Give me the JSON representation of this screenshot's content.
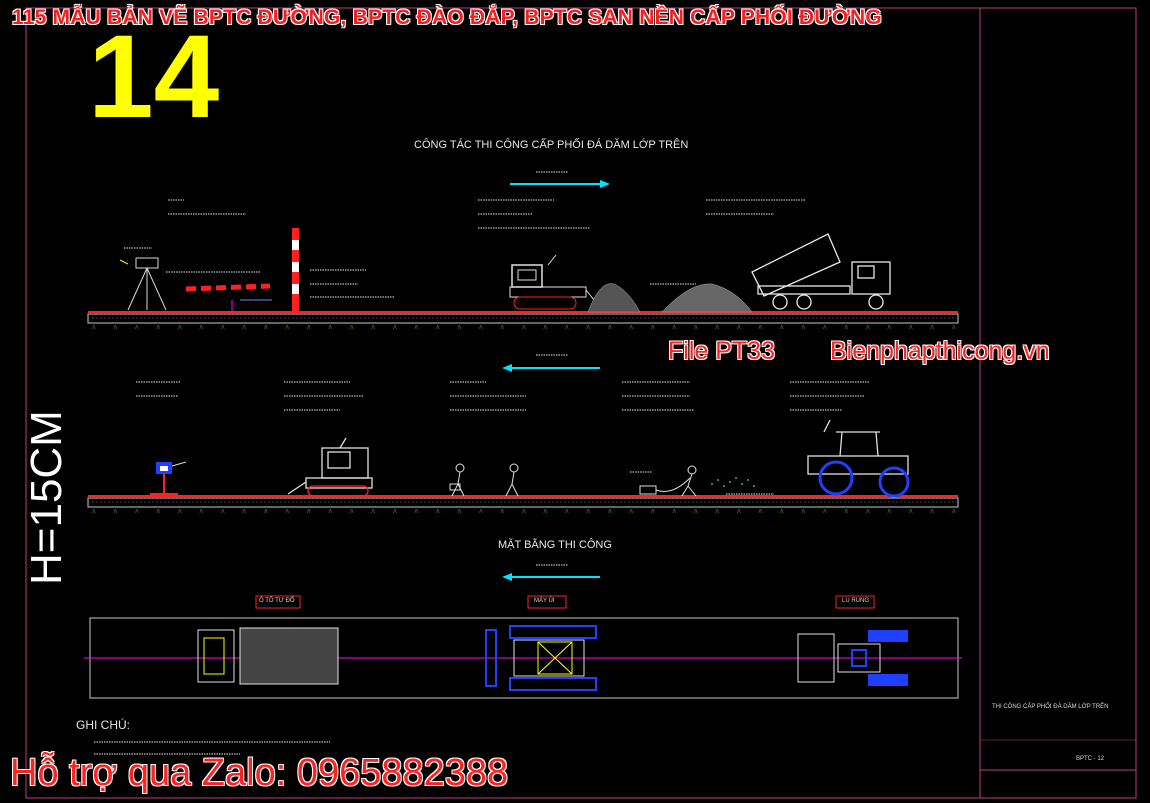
{
  "banner": {
    "title": "115 MẪU BẢN VẼ BPTC ĐƯỜNG, BPTC ĐÀO ĐẮP, BPTC SAN NỀN CẤP PHỐI ĐƯỜNG",
    "number": "14",
    "height_label": "H=15CM"
  },
  "drawing": {
    "section1_title": "CÔNG TÁC THI CÔNG CẤP PHỐI ĐÁ DĂM LỚP TRÊN",
    "section3_title": "MẶT BẰNG THI CÔNG",
    "file_label": "File PT33",
    "site_label": "Bienphapthicong.vn",
    "plan_tag_truck": "Ô TÔ TỰ ĐỔ",
    "plan_tag_dozer": "MÁY ỦI",
    "plan_tag_roller": "LU RUNG",
    "side_title": "THI CÔNG CẤP PHỐI ĐÁ DĂM LỚP TRÊN",
    "sheet_code": "BPTC - 12",
    "notes_heading": "GHI CHÚ:",
    "colors": {
      "cyan": "#00e5ff",
      "red": "#ff2020",
      "yellow": "#ffff00",
      "magenta": "#ff00ff",
      "blue": "#2040ff",
      "frame": "#d04080"
    }
  },
  "footer": {
    "zalo": "Hỗ trợ qua Zalo: 0965882388"
  }
}
